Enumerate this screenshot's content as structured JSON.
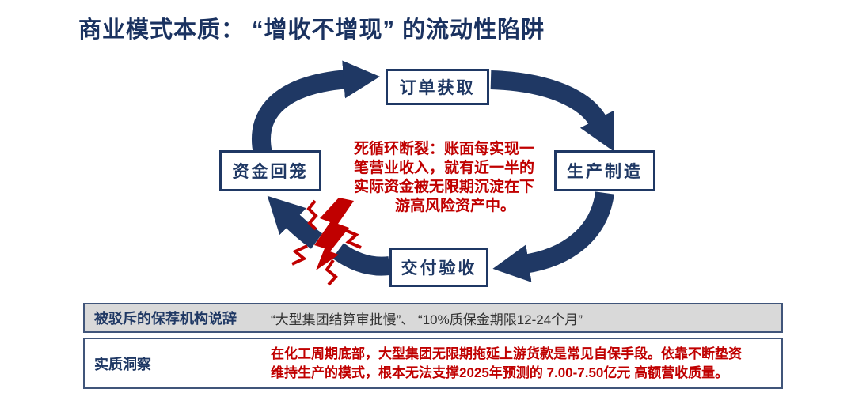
{
  "title": "商业模式本质： “增收不增现” 的流动性陷阱",
  "colors": {
    "navy": "#1F3864",
    "red": "#C00000",
    "ledger_row_bg": "#D9D9D9"
  },
  "cycle": {
    "nodes": [
      {
        "label": "订单获取"
      },
      {
        "label": "生产制造"
      },
      {
        "label": "交付验收"
      },
      {
        "label": "资金回笼"
      }
    ],
    "break_icon": "lightning-bolt",
    "break_note_lines": [
      "死循环断裂：账面每实现一",
      "笔营业收入，就有近一半的",
      "实际资金被无限期沉淀在下",
      "游高风险资产中。"
    ]
  },
  "ledger_row": {
    "label": "被驳斥的保荐机构说辞",
    "quotes": "“大型集团结算审批慢”、 “10%质保金期限12-24个月”"
  },
  "insight_row": {
    "label": "实质洞察",
    "lines": [
      "在化工周期底部，大型集团无限期拖延上游货款是常见自保手段。依靠不断垫资",
      "维持生产的模式，根本无法支撑2025年预测的 7.00-7.50亿元 高额营收质量。"
    ]
  }
}
